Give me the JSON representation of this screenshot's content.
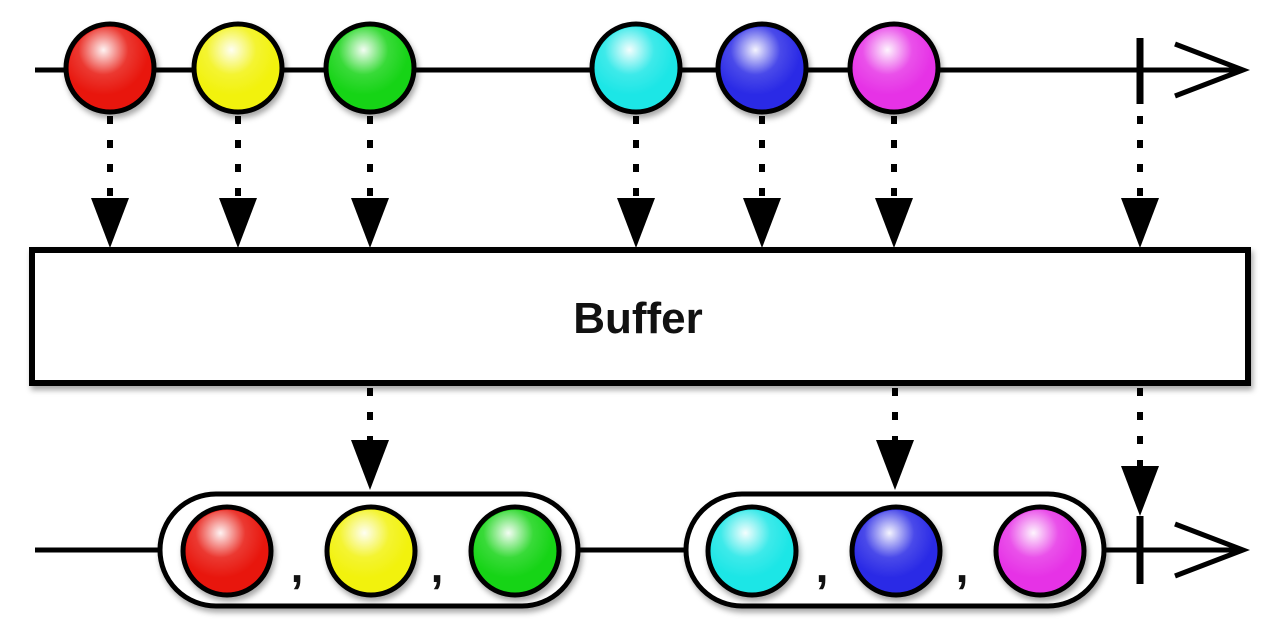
{
  "operator": {
    "name": "Buffer"
  },
  "source_stream": {
    "items": [
      {
        "color": "#e8120e"
      },
      {
        "color": "#f2f20a"
      },
      {
        "color": "#14d414"
      },
      {
        "color": "#1ee6e6"
      },
      {
        "color": "#2b2be6"
      },
      {
        "color": "#e633e6"
      }
    ],
    "completes": true
  },
  "output_stream": {
    "buffers": [
      {
        "items": [
          {
            "color": "#e8120e"
          },
          {
            "color": "#f2f20a"
          },
          {
            "color": "#14d414"
          }
        ],
        "separator": ","
      },
      {
        "items": [
          {
            "color": "#1ee6e6"
          },
          {
            "color": "#2b2be6"
          },
          {
            "color": "#e633e6"
          }
        ],
        "separator": ","
      }
    ],
    "completes": true
  },
  "icons": {
    "marble": "circle",
    "completion": "vertical-bar",
    "timeline-end": "arrow-head"
  }
}
